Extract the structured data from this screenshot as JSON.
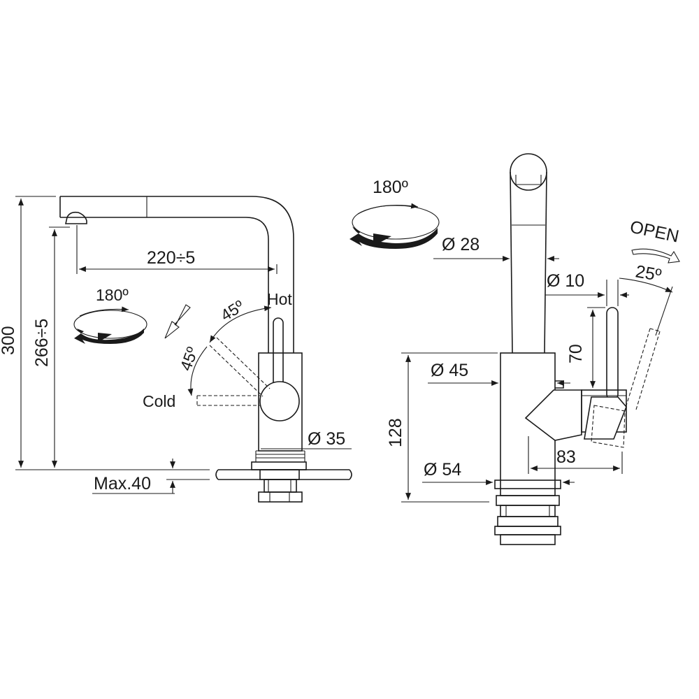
{
  "left_view": {
    "dim_height_total": "300",
    "dim_height_spout": "266÷5",
    "dim_reach": "220÷5",
    "rotation": "180º",
    "label_hot": "Hot",
    "label_cold": "Cold",
    "angle_hot": "45º",
    "angle_cold": "45º",
    "dim_body_diameter": "Ø 35",
    "dim_max_thickness": "Max.40"
  },
  "right_view": {
    "rotation": "180º",
    "dim_spout_diameter": "Ø 28",
    "dim_lever_diameter": "Ø 10",
    "label_open": "OPEN",
    "angle_open": "25º",
    "dim_lever_height": "70",
    "dim_body_diameter": "Ø 45",
    "dim_body_height": "128",
    "dim_lever_reach": "83",
    "dim_base_diameter": "Ø 54"
  }
}
